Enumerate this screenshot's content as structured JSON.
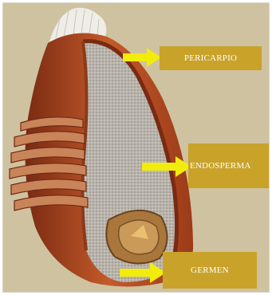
{
  "labels": {
    "pericarp": "PERICARPIO",
    "endosperm": "ENDOSPERMA",
    "germ": "GERMEN"
  },
  "colors": {
    "label_box": "#c9a22a",
    "label_text": "#ffffff",
    "arrow": "#f2ec0c",
    "background": "#cfc2a0"
  }
}
